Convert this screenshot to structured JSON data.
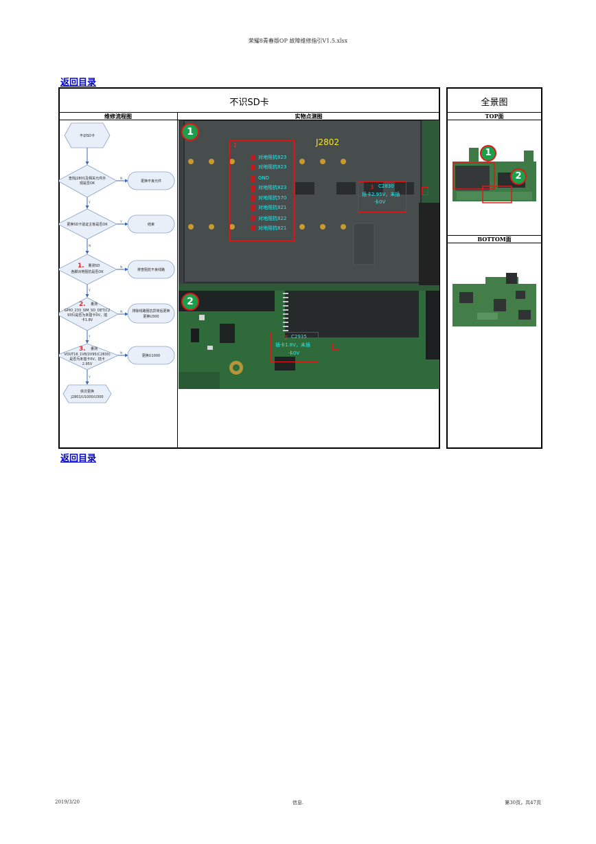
{
  "header": {
    "file_title": "荣耀8青春版OP 故障维修指引V1.5.xlsx"
  },
  "nav": {
    "back_link": "返回目录"
  },
  "panel": {
    "title": "不识SD卡",
    "left_col": "维修流程图",
    "mid_col": "实物点测图"
  },
  "overview": {
    "title": "全景图",
    "top_label": "TOP面",
    "bottom_label": "BOTTOM面",
    "markers": [
      "1",
      "2"
    ]
  },
  "flowchart": {
    "start": "不识SD卡",
    "yes": "Y",
    "no": "N",
    "step1": {
      "q1": "查找J2801及相关元件外",
      "q2": "观是否OK",
      "action": "更换不良元件"
    },
    "step2": {
      "q": "更换SD卡验证主板是否OK",
      "action": "结束"
    },
    "step3": {
      "num": "1.",
      "q1": "量测SD",
      "q2": "各脚对地阻抗是否OK",
      "action": "排查阻抗不良线路"
    },
    "step4": {
      "num": "2.",
      "q1": "量测",
      "q2": "GPIO_233_SIM_SD_DET(C2",
      "q3": "935)是否为未插卡0V，插",
      "q4": "卡1.8V",
      "action1": "排除线路阻抗异常后更换",
      "action2": "更换U300"
    },
    "step5": {
      "num": "3.",
      "q1": "量测",
      "q2": "VOUT16_1V8/2V95(C2830)",
      "q3": "是否为未插卡0V，插卡",
      "q4": "2.95V",
      "action": "更换U1000"
    },
    "end1": "依次更换",
    "end2": "J2801/U1000/U300"
  },
  "photo1": {
    "marker": "1",
    "chip_label": "J2802",
    "box_num": "1",
    "pins": [
      "对地阻抗823",
      "对地阻抗823",
      "GND",
      "对地阻抗823",
      "对地阻抗570",
      "对地阻抗821",
      "对地阻抗822",
      "对地阻抗821"
    ],
    "c_num": "3",
    "c_ref": "C2830",
    "c_val1": "插卡2.95V，未插",
    "c_val2": "卡0V"
  },
  "photo2": {
    "marker": "2",
    "c_num": "2",
    "c_ref": "C2935",
    "c_val1": "插卡1.8V，未插",
    "c_val2": "卡0V"
  },
  "footer": {
    "date": "2019/3/20",
    "center": "信息.",
    "page": "第30页，共47页"
  }
}
